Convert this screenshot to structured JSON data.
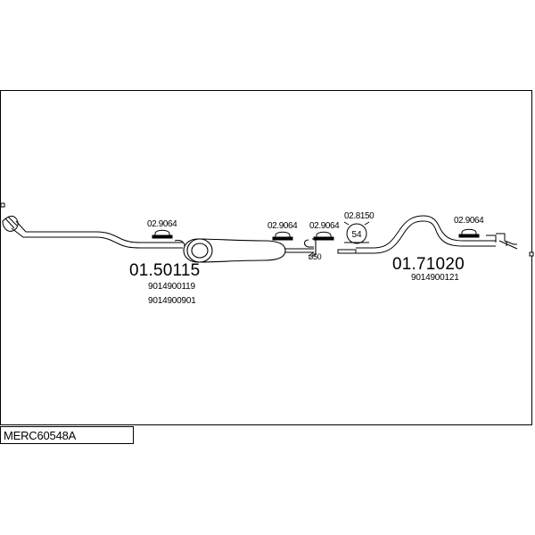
{
  "diagram": {
    "code": "MERC60548A",
    "front_pipe": {
      "part_no": "01.50115",
      "oe_numbers": [
        "9014900119",
        "9014900901"
      ]
    },
    "rear_pipe": {
      "part_no": "01.71020",
      "oe_numbers": [
        "9014900121"
      ]
    },
    "clamps": [
      "02.9064",
      "02.9064",
      "02.9064",
      "02.8150",
      "02.9064"
    ],
    "clamp_ring_label": "54",
    "diameter_label": "⌀50"
  }
}
